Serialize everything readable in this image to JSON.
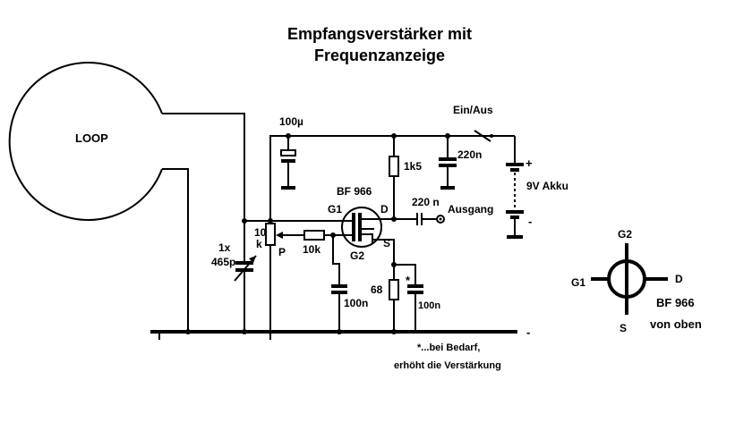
{
  "title": {
    "line1": "Empfangsverstärker mit",
    "line2": "Frequenzanzeige"
  },
  "labels": {
    "loop": "LOOP",
    "c_elko": "100µ",
    "switch": "Ein/Aus",
    "c_top": "220n",
    "r_drain": "1k5",
    "battery": "9V Akku",
    "plus_top": "+",
    "minus_batt": "-",
    "transistor": "BF 966",
    "g1": "G1",
    "d": "D",
    "s": "S",
    "g2": "G2",
    "c_out": "220 n",
    "output": "Ausgang",
    "pot_value_a": "10",
    "pot_value_b": "k",
    "pot_p": "P",
    "r_gate": "10k",
    "c_var_a": "1x",
    "c_var_b": "465p",
    "r_source": "68",
    "star": "*",
    "c_g2": "100n",
    "c_source": "100n",
    "minus_bus": "-",
    "note_line1": "*...bei Bedarf,",
    "note_line2": "erhöht die Verstärkung"
  },
  "pinout": {
    "g2": "G2",
    "g1": "G1",
    "d": "D",
    "s": "S",
    "name": "BF 966",
    "view": "von oben"
  }
}
